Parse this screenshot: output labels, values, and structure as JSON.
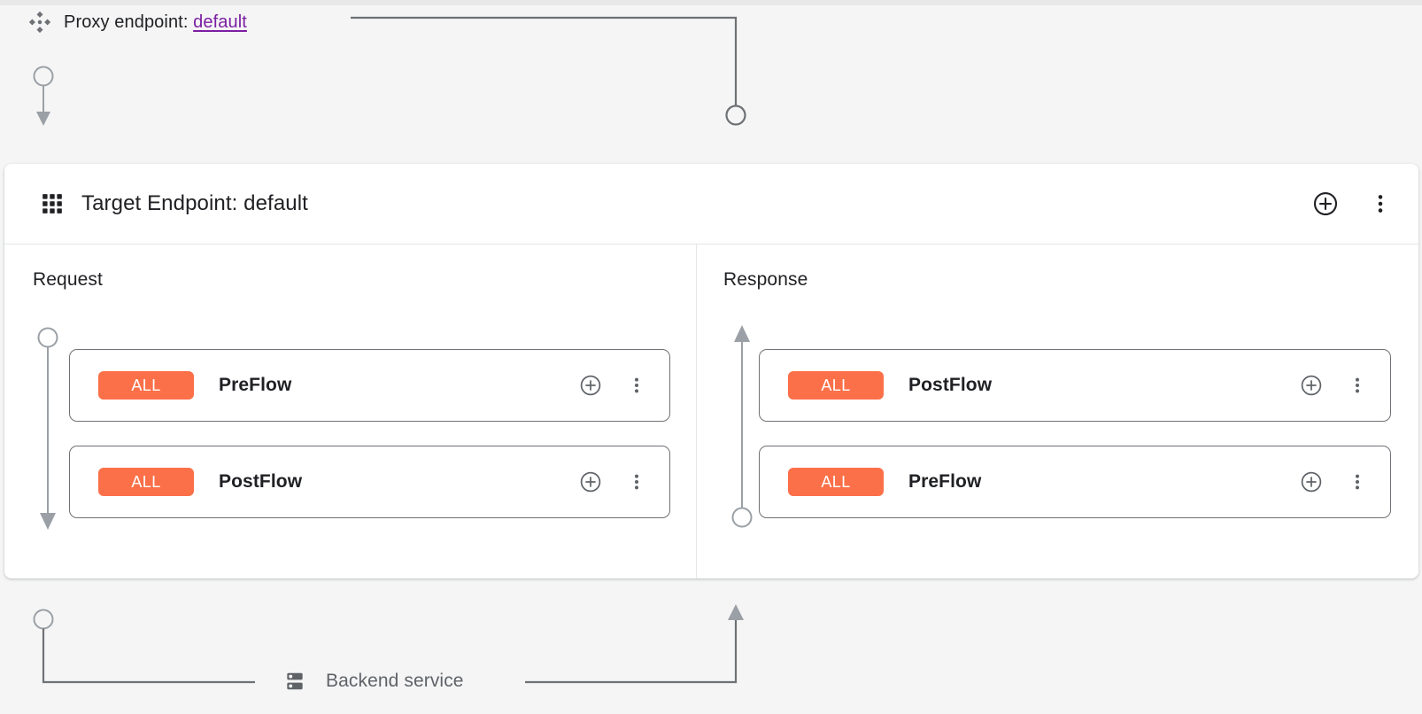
{
  "proxy": {
    "icon": "apigee-diamond-icon",
    "label_prefix": "Proxy endpoint:",
    "endpoint_name": "default",
    "link_color": "#7B1FA2"
  },
  "target_panel": {
    "icon": "grid-apps-icon",
    "title": "Target Endpoint: default",
    "add_button_label": "add-circle-icon",
    "more_button_label": "more-vert-icon"
  },
  "columns": {
    "request": {
      "title": "Request",
      "flows": [
        {
          "badge": "ALL",
          "name": "PreFlow"
        },
        {
          "badge": "ALL",
          "name": "PostFlow"
        }
      ]
    },
    "response": {
      "title": "Response",
      "flows": [
        {
          "badge": "ALL",
          "name": "PostFlow"
        },
        {
          "badge": "ALL",
          "name": "PreFlow"
        }
      ]
    }
  },
  "backend": {
    "icon": "server-storage-icon",
    "label": "Backend service"
  },
  "colors": {
    "badge_orange": "#FB7049",
    "connector_gray": "#6E7175",
    "panel_bg": "#FFFFFF",
    "canvas_bg": "#F5F5F5",
    "text_primary": "#202124",
    "text_secondary": "#5F6368",
    "link_purple": "#7B1FA2"
  }
}
